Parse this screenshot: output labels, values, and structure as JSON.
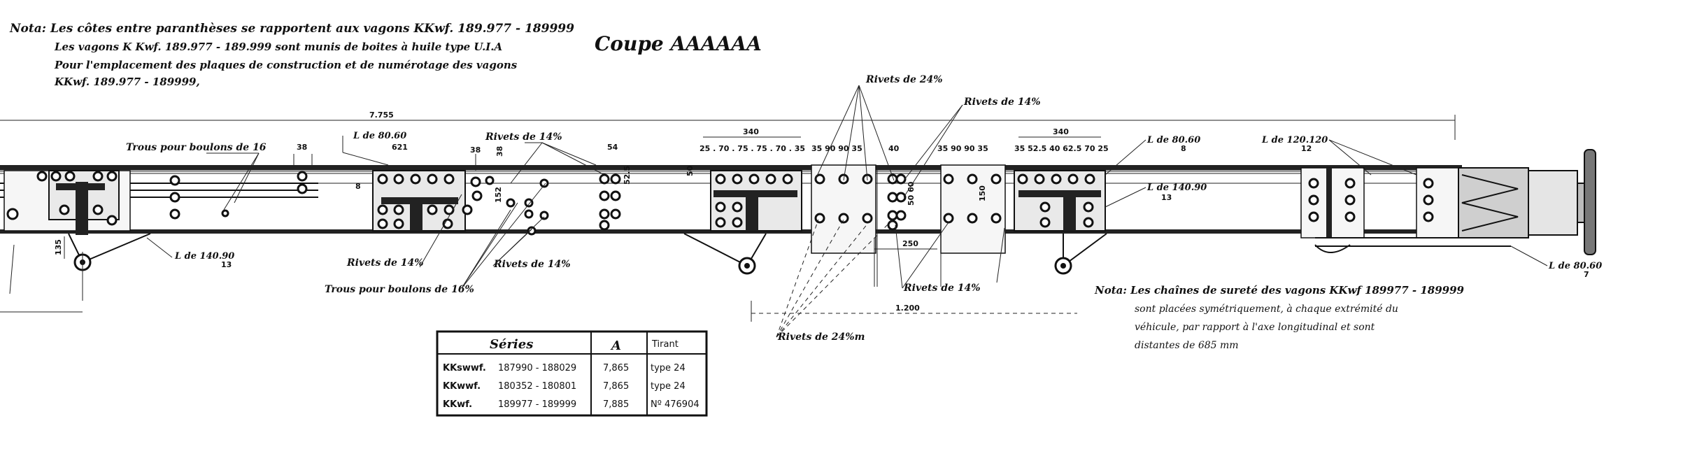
{
  "notes": {
    "top_left": [
      "Nota: Les côtes entre paranthèses se rapportent aux vagons KKwf. 189.977 - 189999",
      "Les vagons K Kwf. 189.977 - 189.999 sont munis de boites à huile type U.I.A",
      "Pour l'emplacement des plaques de construction et de numérotage des vagons",
      "KKwf. 189.977 - 189999,"
    ],
    "title": "Coupe AAAAAA",
    "bottom_right": [
      "Nota: Les chaînes de sureté des vagons KKwf 189977 - 189999",
      "sont placées symétriquement, à chaque extrémité du",
      "véhicule, par rapport à l'axe longitudinal et sont",
      "distantes de 685 mm"
    ]
  },
  "labels": {
    "trous_boulons_16": "Trous pour boulons de 16",
    "trous_boulons_16pct": "Trous pour boulons de 16%",
    "rivets_14_a": "Rivets de 14%",
    "rivets_14_b": "Rivets de 14%",
    "rivets_14_c": "Rivets de 14%",
    "rivets_14_d": "Rivets de 14%",
    "rivets_14_e": "Rivets de 14%",
    "rivets_24_top": "Rivets de 24%",
    "rivets_24_bottom": "Rivets de 24%m",
    "angle_1": "L de 80.60",
    "angle_1_sub": "621",
    "angle_2": "L de 140.90",
    "angle_2_sub": "13",
    "angle_3": "L de 80.60",
    "angle_3_sub": "8",
    "angle_4": "L de 140.90",
    "angle_4_sub": "13",
    "angle_5": "L de 120.120",
    "angle_5_sub": "12",
    "angle_6": "L de 80.60",
    "angle_6_sub": "7"
  },
  "dimensions": {
    "d7755": "7.755",
    "d38": "38",
    "d340a": "340",
    "d340b": "340",
    "d1200": "1.200",
    "d250": "250",
    "d135": "135",
    "d50": "50",
    "d40": "40",
    "d54": "54",
    "d152": "152",
    "row_a": "25 . 70 . 75 . 75 . 70 . 35",
    "row_b": "35   90   90   35",
    "row_c": "35  90   90  35",
    "row_d": "35 52.5 40 62.5 70  25"
  },
  "table": {
    "headers": [
      "Séries",
      "A",
      "Tirant"
    ],
    "rows": [
      {
        "serie": "KKswwf.",
        "range": "187990 - 188029",
        "a": "7,865",
        "tirant": "type 24"
      },
      {
        "serie": "KKwwf.",
        "range": "180352 - 180801",
        "a": "7,865",
        "tirant": "type 24"
      },
      {
        "serie": "KKwf.",
        "range": "189977 - 189999",
        "a": "7,885",
        "tirant": "Nº 476904"
      }
    ]
  }
}
